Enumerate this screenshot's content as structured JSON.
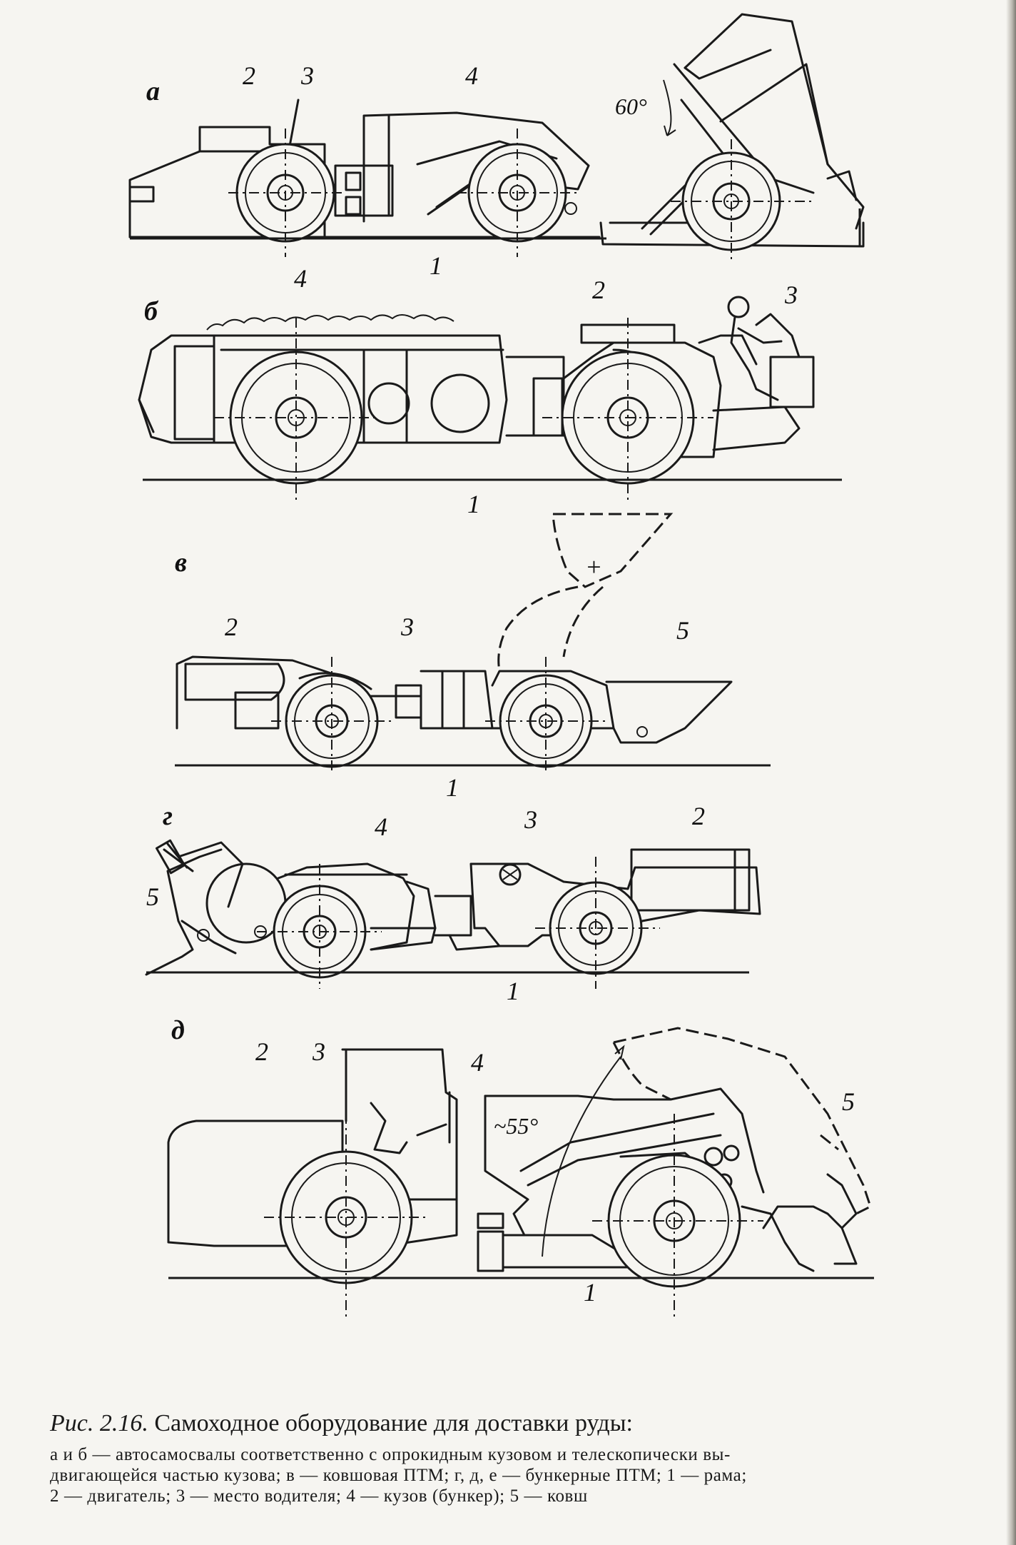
{
  "panels": {
    "a": {
      "letter": "а",
      "angle": "60°",
      "callouts": [
        "1",
        "2",
        "3",
        "4"
      ]
    },
    "b": {
      "letter": "б",
      "callouts": [
        "1",
        "2",
        "3",
        "4"
      ]
    },
    "v": {
      "letter": "в",
      "callouts": [
        "1",
        "2",
        "3",
        "5"
      ]
    },
    "g": {
      "letter": "г",
      "callouts": [
        "1",
        "2",
        "3",
        "4",
        "5"
      ]
    },
    "d": {
      "letter": "д",
      "angle": "~55°",
      "callouts": [
        "1",
        "2",
        "3",
        "4",
        "5"
      ]
    }
  },
  "caption": {
    "fig_num": "Рис. 2.16.",
    "title": "Самоходное оборудование для доставки руды:",
    "lines": [
      "а и б — автосамосвалы соответственно с опрокидным кузовом и телескопически вы-",
      "двигающейся частью кузова; в — ковшовая ПТМ; г, д, е — бункерные ПТМ; 1 — рама;",
      "2 — двигатель; 3 — место водителя; 4 — кузов (бункер); 5 — ковш"
    ]
  }
}
